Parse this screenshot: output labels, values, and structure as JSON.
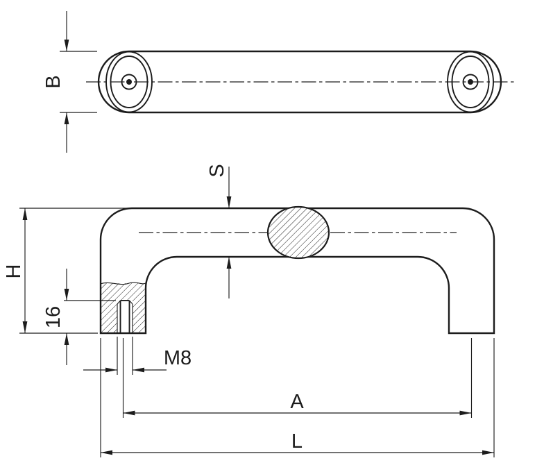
{
  "drawing": {
    "background": "#ffffff",
    "line_color": "#1c1c1c",
    "labels": {
      "width": "B",
      "height": "H",
      "section_thickness": "S",
      "thread_depth": "16",
      "thread_size": "M8",
      "hole_distance": "A",
      "overall_length": "L"
    }
  }
}
